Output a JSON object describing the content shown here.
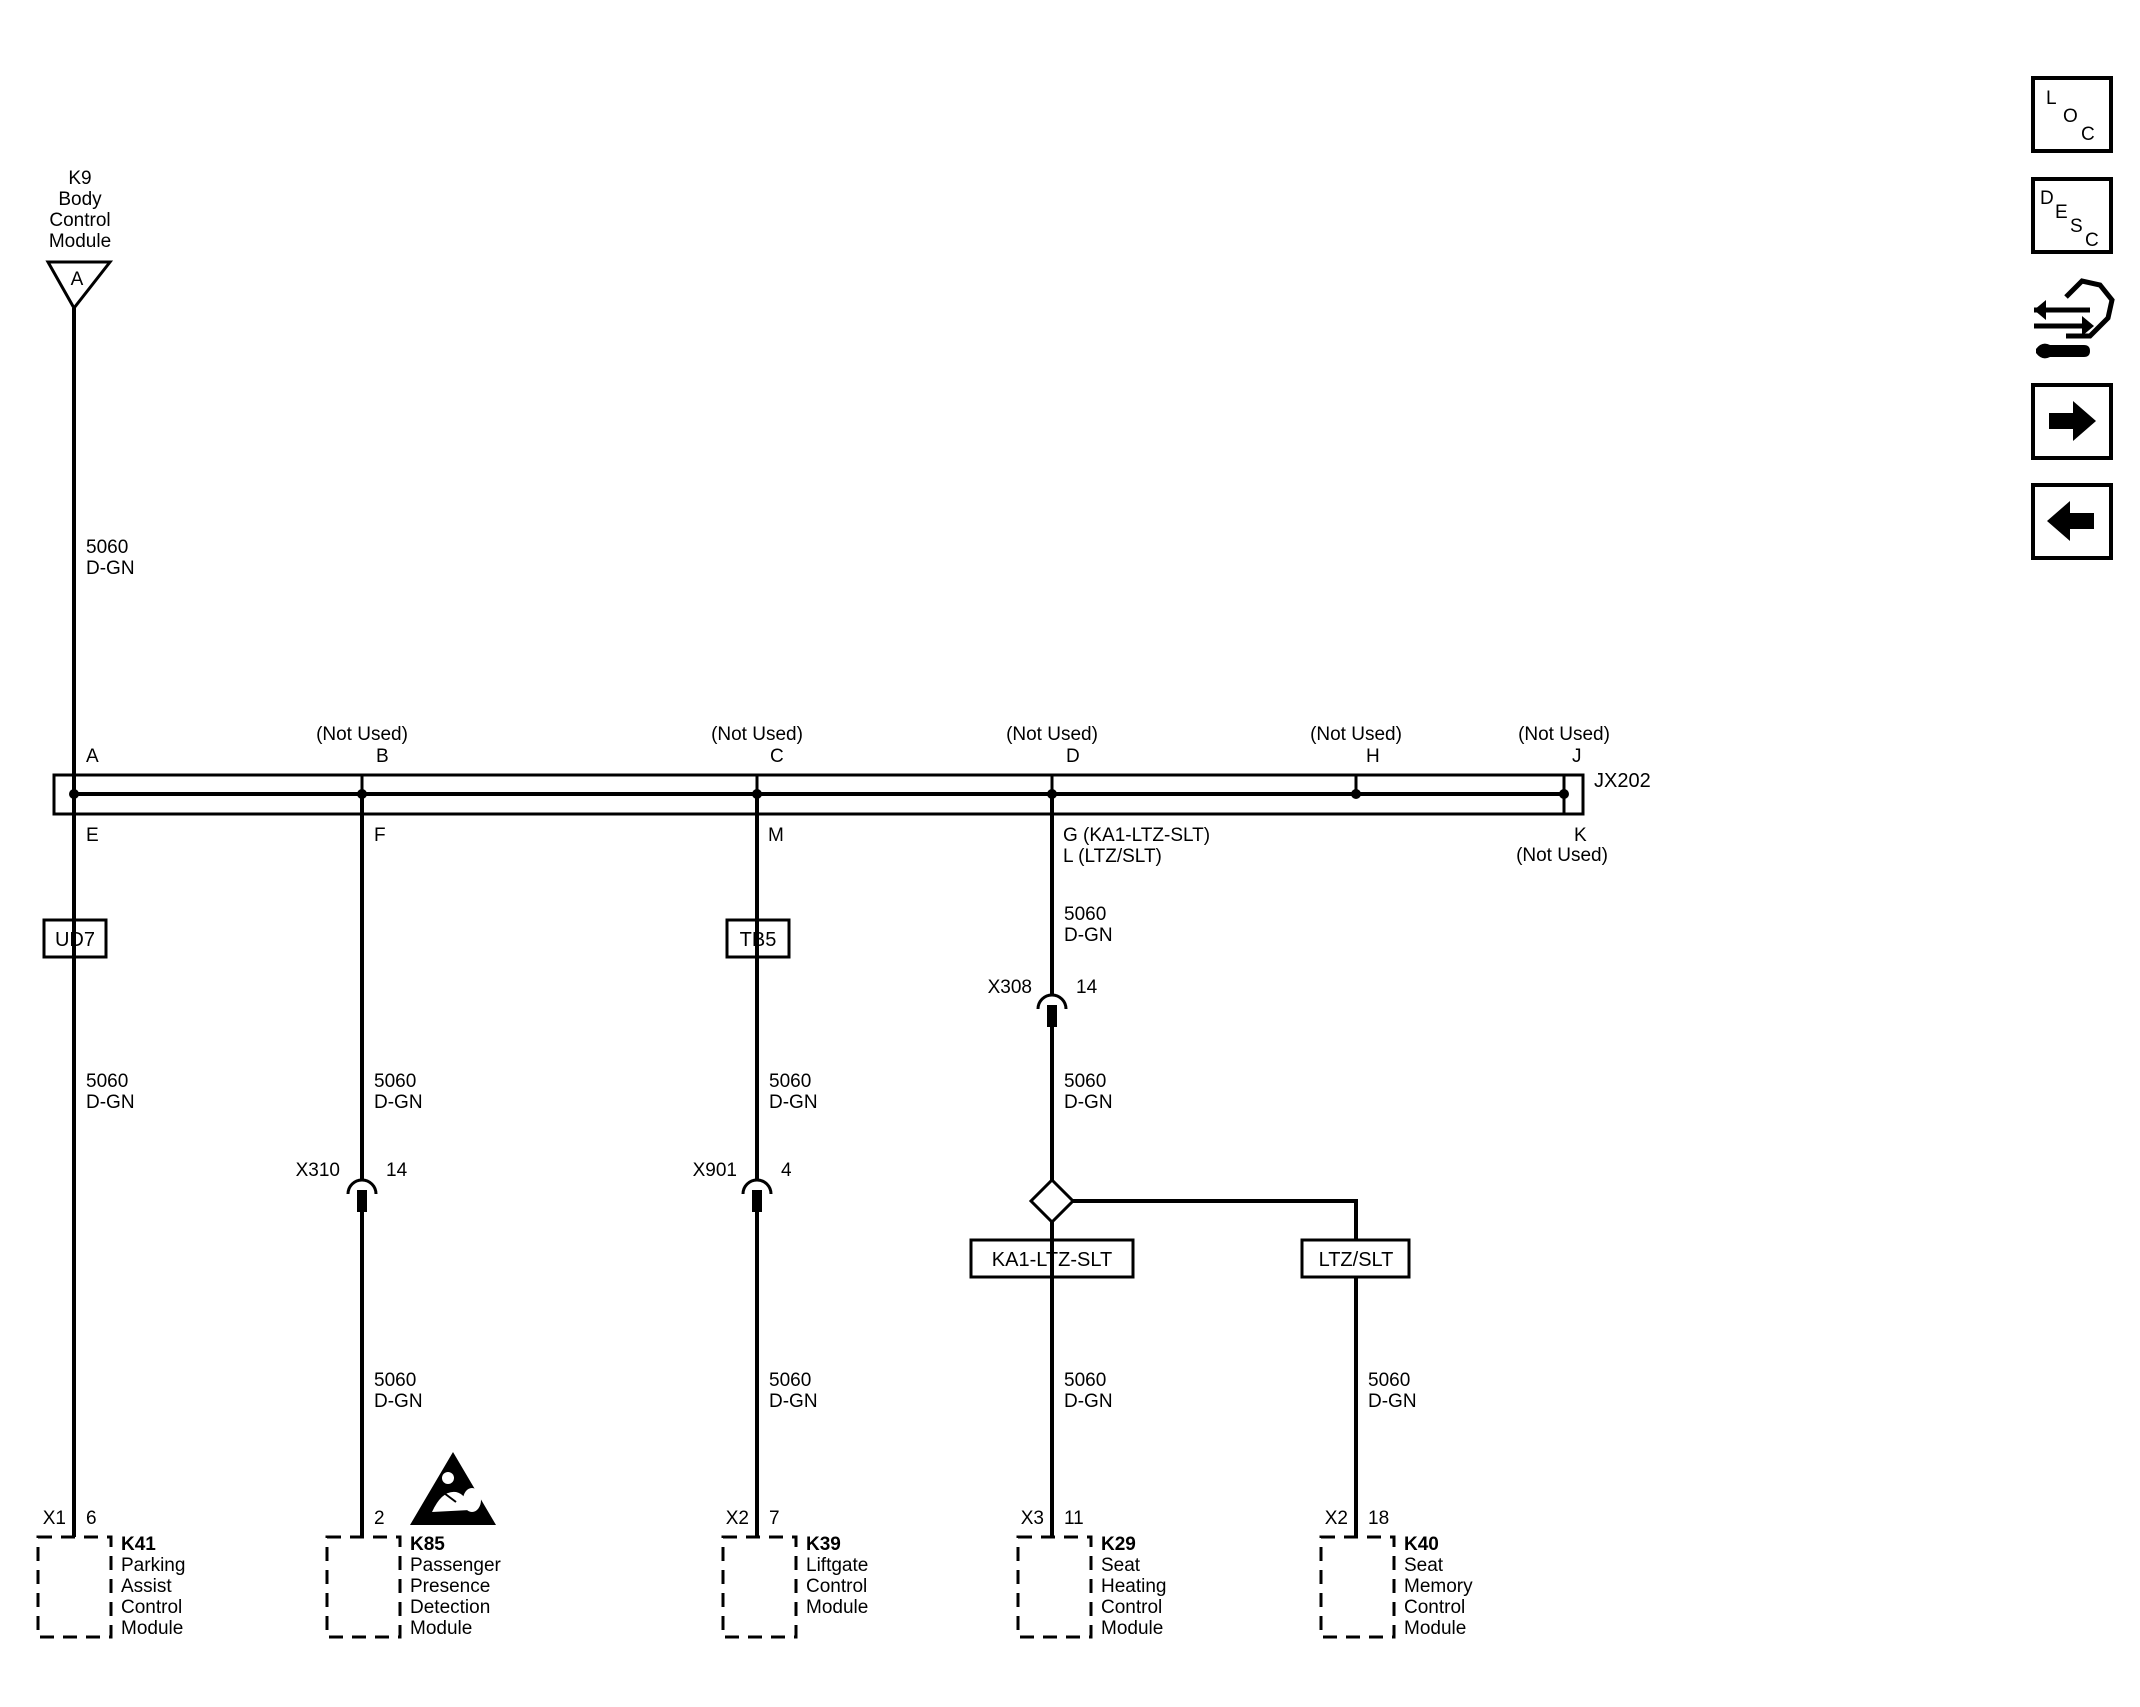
{
  "source_module": {
    "id": "K9",
    "name_lines": [
      "Body",
      "Control",
      "Module"
    ],
    "connector": "A",
    "wire_circuit": "5060",
    "wire_color": "D-GN"
  },
  "splice": {
    "name": "JX202",
    "top_pins": [
      {
        "pin": "A",
        "note": ""
      },
      {
        "pin": "B",
        "note": "(Not Used)"
      },
      {
        "pin": "C",
        "note": "(Not Used)"
      },
      {
        "pin": "D",
        "note": "(Not Used)"
      },
      {
        "pin": "H",
        "note": "(Not Used)"
      },
      {
        "pin": "J",
        "note": "(Not Used)"
      }
    ],
    "bottom_pins": [
      {
        "pin": "E"
      },
      {
        "pin": "F"
      },
      {
        "pin": "M"
      },
      {
        "pin": "G (KA1-LTZ-SLT)",
        "pin2": "L (LTZ/SLT)"
      },
      {
        "pin": "K",
        "note": "(Not Used)"
      }
    ]
  },
  "branches": [
    {
      "option": "UD7",
      "wire_upper": {
        "circuit": "5060",
        "color": "D-GN"
      },
      "module": {
        "connector": "X1",
        "pin": "6",
        "id": "K41",
        "name_lines": [
          "Parking",
          "Assist",
          "Control",
          "Module"
        ]
      }
    },
    {
      "wire_upper": {
        "circuit": "5060",
        "color": "D-GN"
      },
      "inline": {
        "name": "X310",
        "pin": "14"
      },
      "wire_lower": {
        "circuit": "5060",
        "color": "D-GN"
      },
      "module": {
        "connector": "",
        "pin": "2",
        "id": "K85",
        "name_lines": [
          "Passenger",
          "Presence",
          "Detection",
          "Module"
        ]
      },
      "icon": "airbag-warning-icon"
    },
    {
      "option": "TB5",
      "wire_upper": {
        "circuit": "5060",
        "color": "D-GN"
      },
      "inline": {
        "name": "X901",
        "pin": "4"
      },
      "wire_lower": {
        "circuit": "5060",
        "color": "D-GN"
      },
      "module": {
        "connector": "X2",
        "pin": "7",
        "id": "K39",
        "name_lines": [
          "Liftgate",
          "Control",
          "Module"
        ]
      }
    },
    {
      "wire_top": {
        "circuit": "5060",
        "color": "D-GN"
      },
      "inline": {
        "name": "X308",
        "pin": "14"
      },
      "wire_upper": {
        "circuit": "5060",
        "color": "D-GN"
      },
      "option": "KA1-LTZ-SLT",
      "wire_lower": {
        "circuit": "5060",
        "color": "D-GN"
      },
      "module": {
        "connector": "X3",
        "pin": "11",
        "id": "K29",
        "name_lines": [
          "Seat",
          "Heating",
          "Control",
          "Module"
        ]
      }
    },
    {
      "option": "LTZ/SLT",
      "wire_lower": {
        "circuit": "5060",
        "color": "D-GN"
      },
      "module": {
        "connector": "X2",
        "pin": "18",
        "id": "K40",
        "name_lines": [
          "Seat",
          "Memory",
          "Control",
          "Module"
        ]
      }
    }
  ],
  "nav": {
    "loc": [
      "L",
      "O",
      "C"
    ],
    "desc": [
      "D",
      "E",
      "S",
      "C"
    ],
    "icons": [
      "location-icon",
      "description-icon",
      "connector-view-icon",
      "next-arrow-icon",
      "previous-arrow-icon"
    ]
  }
}
